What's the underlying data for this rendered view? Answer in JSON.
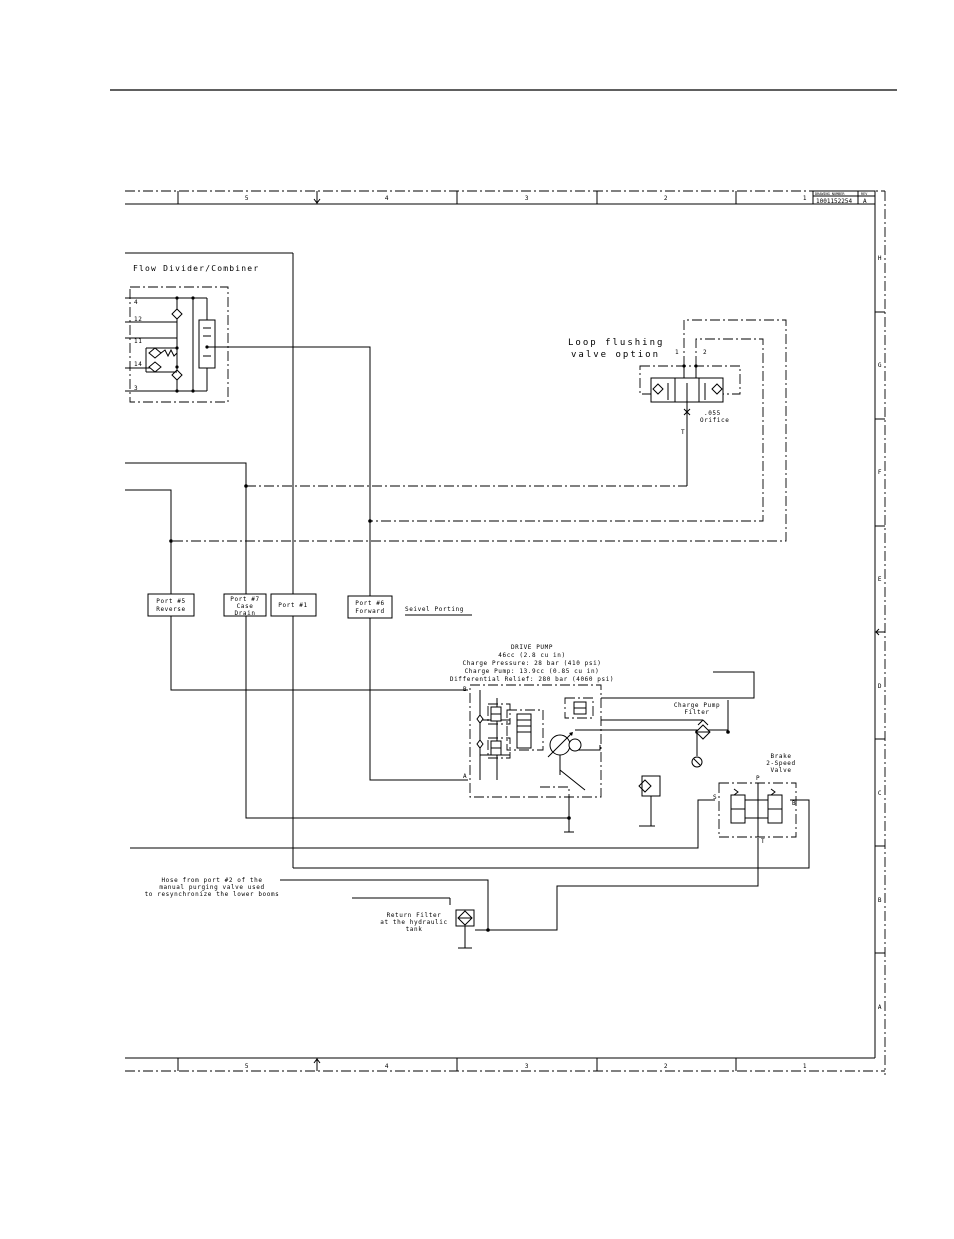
{
  "frame": {
    "column_numbers_top": [
      "5",
      "4",
      "3",
      "2",
      "1"
    ],
    "column_numbers_bottom": [
      "5",
      "4",
      "3",
      "2",
      "1"
    ],
    "row_letters": [
      "H",
      "G",
      "F",
      "E",
      "D",
      "C",
      "B",
      "A"
    ],
    "title_block": {
      "drawing_number_label": "DRAWING NUMBER",
      "drawing_number": "1001152254",
      "revision_label": "REV",
      "revision": "A"
    }
  },
  "flow_divider": {
    "title": "Flow Divider/Combiner",
    "ports": [
      "4",
      "12",
      "11",
      "14",
      "3"
    ]
  },
  "loop_flushing": {
    "title_line1": "Loop flushing",
    "title_line2": "valve option",
    "port1": "1",
    "port2": "2",
    "orifice_line1": ".055",
    "orifice_line2": "Orifice",
    "tank_label": "T"
  },
  "port_boxes": {
    "port5_line1": "Port #5",
    "port5_line2": "Reverse",
    "port7_line1": "Port #7",
    "port7_line2": "Case",
    "port7_line3": "Drain",
    "port1": "Port #1",
    "port6_line1": "Port #6",
    "port6_line2": "Forward",
    "swivel_label": "Seivel Porting"
  },
  "drive_pump": {
    "title": "DRIVE PUMP",
    "line1": "46cc (2.8 cu in)",
    "line2": "Charge Pressure: 28 bar (410 psi)",
    "line3": "Charge Pump: 13.9cc (0.85 cu in)",
    "line4": "Differential Relief: 280 bar (4060 psi)",
    "port_a_top": "B",
    "port_a_bottom": "A"
  },
  "charge_filter": {
    "line1": "Charge Pump",
    "line2": "Filter"
  },
  "brake_valve": {
    "line1": "Brake",
    "line2": "2-Speed",
    "line3": "Valve",
    "port_p": "P",
    "port_t": "T",
    "port_s": "S",
    "port_b": "B"
  },
  "hose_note": {
    "line1": "Hose from port #2 of the",
    "line2": "manual purging valve used",
    "line3": "to resynchronize the lower booms"
  },
  "return_filter": {
    "line1": "Return Filter",
    "line2": "at the hydraulic",
    "line3": "tank"
  }
}
